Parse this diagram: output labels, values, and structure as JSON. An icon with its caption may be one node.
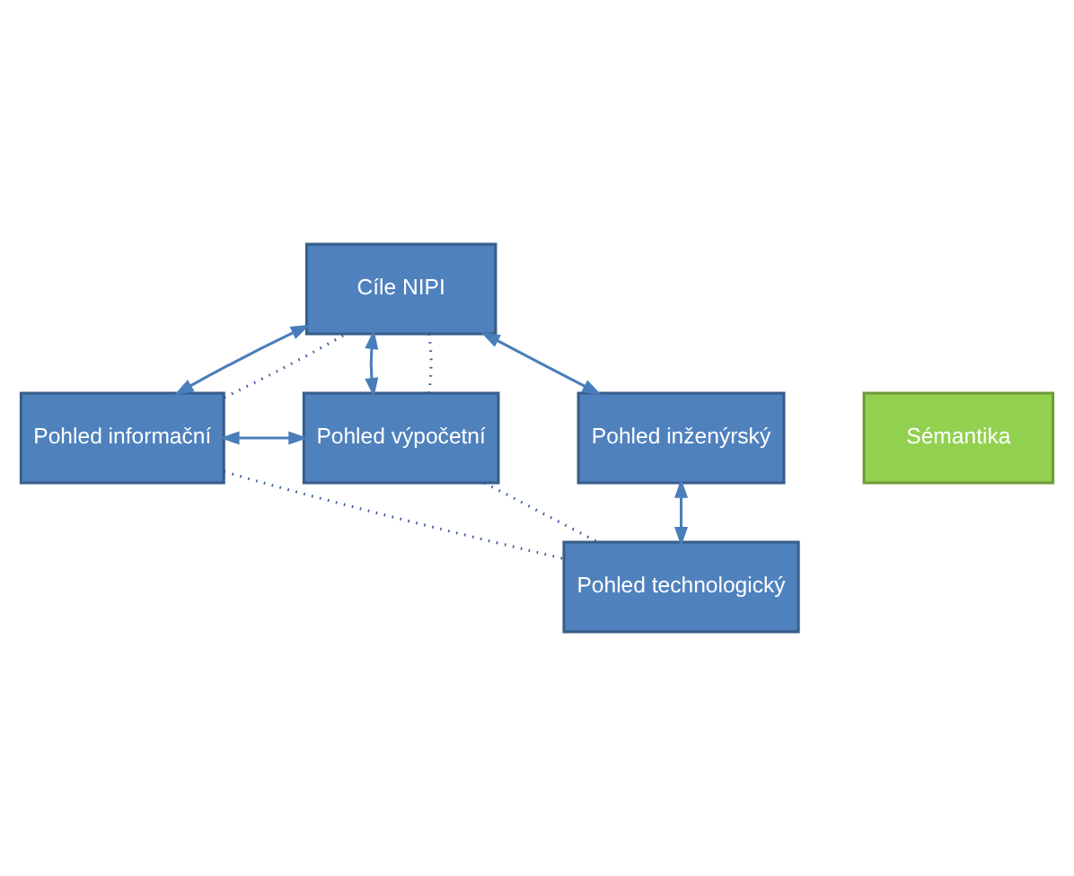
{
  "diagram": {
    "nodes": [
      {
        "text": [
          "Cíle NIPI"
        ]
      },
      {
        "text": [
          "Pohled informační"
        ]
      },
      {
        "text": [
          "Pohled výpočetní"
        ]
      },
      {
        "text": [
          "Pohled inženýrský"
        ]
      },
      {
        "text": [
          "Sémantika"
        ]
      },
      {
        "text": [
          "Pohled technologický"
        ]
      }
    ],
    "edges": [
      {
        "from": 0,
        "to": 1,
        "arrow": "both"
      },
      {
        "from": 0,
        "to": 2,
        "arrow": "both"
      },
      {
        "from": 1,
        "to": 2,
        "arrow": "both"
      },
      {
        "from": 0,
        "to": 3,
        "arrow": "both"
      },
      {
        "from": 3,
        "to": 5,
        "arrow": "both"
      },
      {
        "from": 1,
        "to": 0,
        "arrow": "none",
        "style": "dashed",
        "color": "#2f5597"
      },
      {
        "from": 2,
        "to": 0,
        "arrow": "none",
        "style": "dashed",
        "color": "#2f5597"
      },
      {
        "from": 1,
        "to": 5,
        "arrow": "none",
        "style": "dashed",
        "color": "#2f5597"
      },
      {
        "from": 2,
        "to": 5,
        "arrow": "none",
        "style": "dashed",
        "color": "#2f5597"
      }
    ]
  }
}
